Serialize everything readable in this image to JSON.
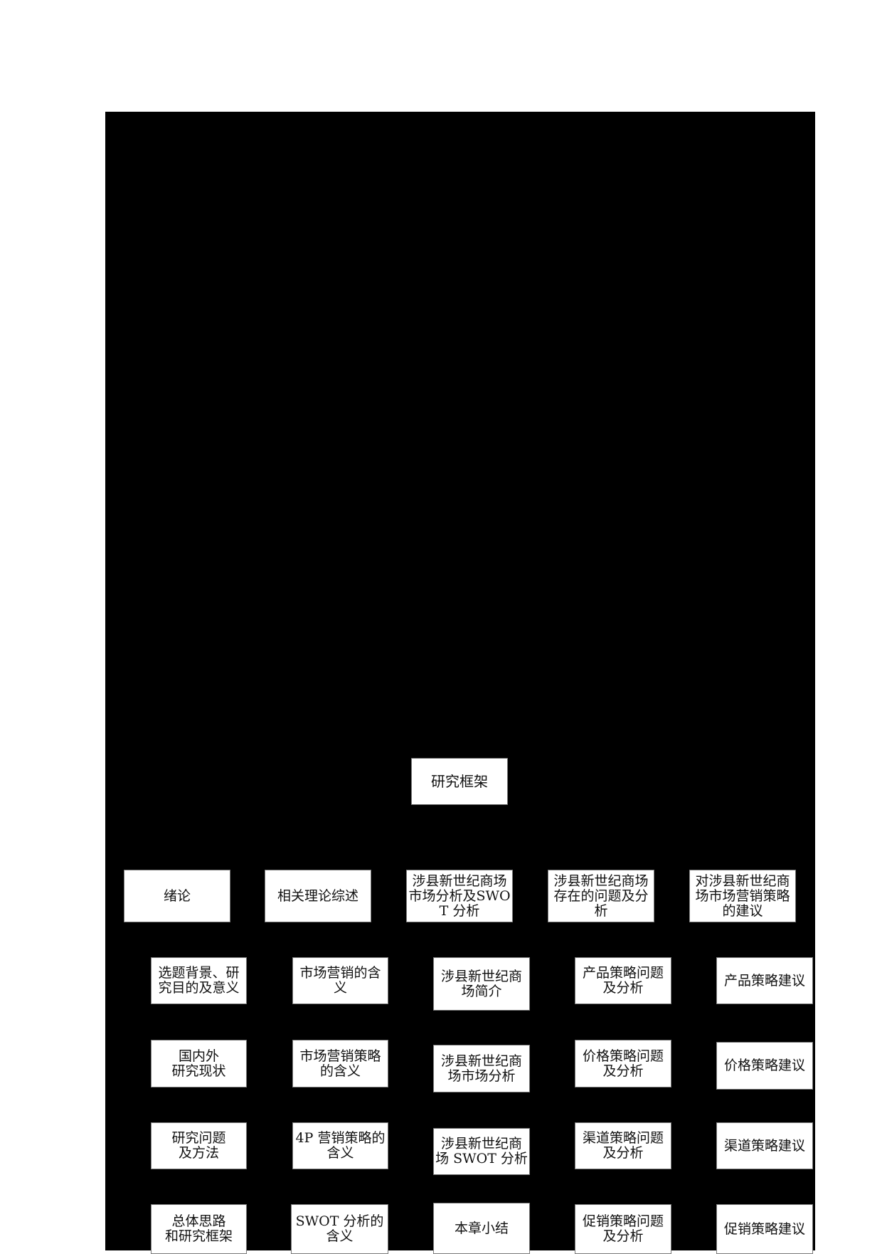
{
  "diagram": {
    "title": "研究框架",
    "background_color": "#000000",
    "box_color": "#ffffff",
    "columns": [
      {
        "header": "绪论",
        "items": [
          "选题背景、研究目的及意义",
          "国内外\n研究现状",
          "研究问题\n及方法",
          "总体思路\n和研究框架"
        ]
      },
      {
        "header": "相关理论综述",
        "items": [
          "市场营销的含义",
          "市场营销策略的含义",
          "4P 营销策略的含义",
          "SWOT 分析的含义"
        ]
      },
      {
        "header": "涉县新世纪商场市场分析及SWOT 分析",
        "items": [
          "涉县新世纪商场简介",
          "涉县新世纪商场市场分析",
          "涉县新世纪商场 SWOT 分析",
          "本章小结"
        ]
      },
      {
        "header": "涉县新世纪商场存在的问题及分析",
        "items": [
          "产品策略问题及分析",
          "价格策略问题及分析",
          "渠道策略问题及分析",
          "促销策略问题及分析"
        ]
      },
      {
        "header": "对涉县新世纪商场市场营销策略的建议",
        "items": [
          "产品策略建议",
          "价格策略建议",
          "渠道策略建议",
          "促销策略建议"
        ]
      }
    ]
  }
}
